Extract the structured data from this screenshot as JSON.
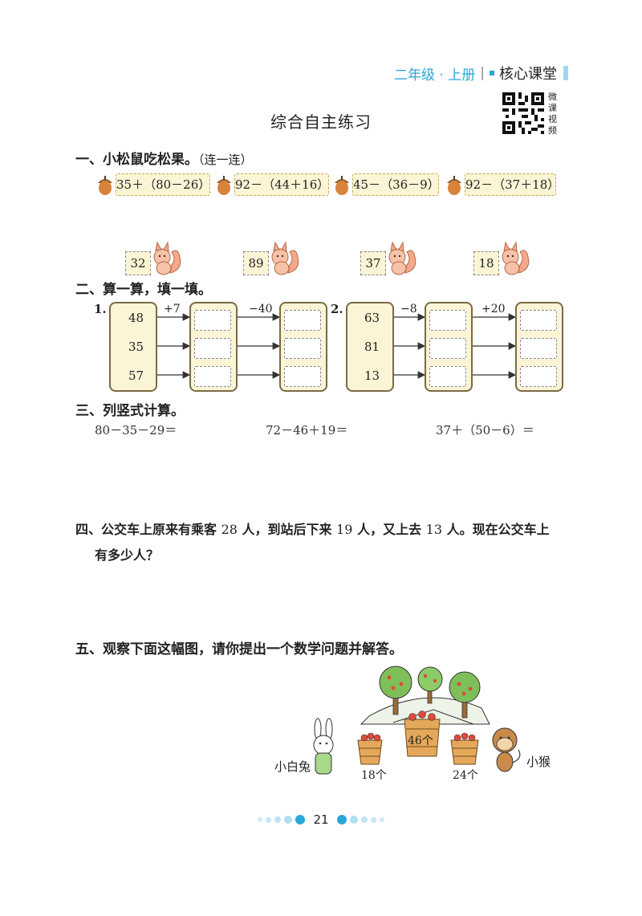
{
  "header": {
    "grade": "二年级 · 上册",
    "core": "核心课堂"
  },
  "qr": {
    "label": [
      "微",
      "课",
      "视",
      "频"
    ]
  },
  "title": "综合自主练习",
  "s1": {
    "heading": "一、小松鼠吃松果。",
    "hint": "（连一连）",
    "expressions": [
      "35＋（80－26）",
      "92－（44＋16）",
      "45－（36－9）",
      "92－（37＋18）"
    ],
    "answers": [
      "32",
      "89",
      "37",
      "18"
    ]
  },
  "s2": {
    "heading": "二、算一算，填一填。",
    "p1": {
      "label": "1.",
      "inputs": [
        "48",
        "35",
        "57"
      ],
      "op1": "+7",
      "op2": "−40"
    },
    "p2": {
      "label": "2.",
      "inputs": [
        "63",
        "81",
        "13"
      ],
      "op1": "−8",
      "op2": "+20"
    }
  },
  "s3": {
    "heading": "三、列竖式计算。",
    "problems": [
      "80－35－29＝",
      "72－46＋19＝",
      "37＋（50－6）＝"
    ]
  },
  "s4": {
    "prefix": "四、公交车上原来有乘客",
    "n1": "28",
    "mid1": "人，到站后下来",
    "n2": "19",
    "mid2": "人，又上去",
    "n3": "13",
    "suffix": "人。现在公交车上",
    "line2": "有多少人？"
  },
  "s5": {
    "heading": "五、观察下面这幅图，请你提出一个数学问题并解答。",
    "rabbit": "小白兔",
    "monkey": "小猴",
    "basket_left": "18个",
    "basket_mid": "46个",
    "basket_right": "24个"
  },
  "page": {
    "number": "21"
  },
  "colors": {
    "accent": "#2aa7d8",
    "box_fill": "#fbf5d6",
    "box_border": "#c7a75a",
    "squirrel": "#f4a98a"
  }
}
